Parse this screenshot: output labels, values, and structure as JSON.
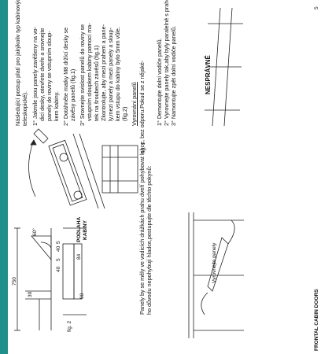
{
  "accent_color": "#1f8f8c",
  "footer": {
    "section": "FRONTAL CABIN DOORS",
    "page_number": "5"
  },
  "intro": {
    "line1": "Následující postup platí pro jakýkoliv typ kabinových dveří (centrální i",
    "line2": "teleskopické)."
  },
  "steps": {
    "s1": [
      "1° Jakmile jsou panely zavěšeny na vo-",
      "dicí desky, otevřete dveře a srovnejte",
      "panely do roviny se vstupním sloup-",
      "kem kabiny."
    ],
    "s2": [
      "2° Dotáhněte matky M8 držící desky se",
      "závěsy panelů (fig.1)"
    ],
    "s3": [
      "3° Srovnejte svislost panelů do roviny se",
      "vstupním sloupkem kabiny pomocí ma-",
      "tek na šroubech závěsů (fig.1)",
      "Zkontrolujte, aby mezi prahem a pane-",
      "ly,mezi panely a mezi panely a sloup-",
      "kem vstupu do kabiny bylo 5mm vůle.",
      "(fig.2)"
    ]
  },
  "alignment": {
    "heading": "Vyrovnání panelů",
    "p1": "Panely by se měly ve vodicích drážkách prahu dveří pohybovat lehce, bez odporu.Pokud se z nějaké-",
    "p2": "ho důvodu nepohybují hladce,postupujte dle těchto pokynů:",
    "list": [
      "1° Demontujte dolní vodiče panelů.",
      "2° Vyrovnejte panely tak,aby byly paralelně s prahem dveří.",
      "3° Namontujte zpět dolní vodiče panelů."
    ]
  },
  "fig1": {
    "caption": "fig. 1"
  },
  "fig2": {
    "caption": "fig. 2",
    "dims": {
      "d750": "750",
      "d30": "30",
      "d60": "60°",
      "d5a": "5",
      "d40a": "40",
      "d5b": "5",
      "d40b": "40",
      "d84": "84",
      "d90": "90"
    },
    "label_line1": "PODLAHA",
    "label_line2": "KABINY"
  },
  "wrong": {
    "label": "NESPRÁVNĚ"
  },
  "right": {
    "label": "Vyrovnejte panely"
  }
}
